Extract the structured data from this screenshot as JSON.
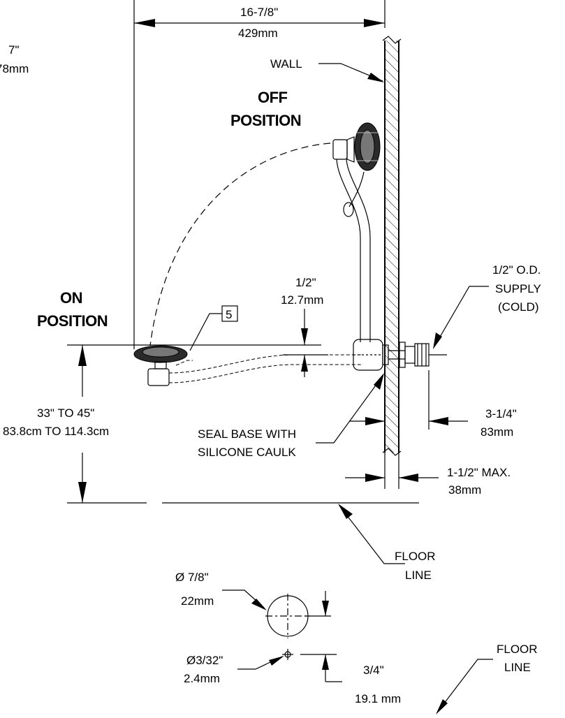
{
  "labels": {
    "top_dim_in": "16-7/8\"",
    "top_dim_mm": "429mm",
    "left_dim_in": "7\"",
    "left_dim_mm": "78mm",
    "wall": "WALL",
    "off_line1": "OFF",
    "off_line2": "POSITION",
    "on_line1": "ON",
    "on_line2": "POSITION",
    "callout_number": "5",
    "half_in": "1/2\"",
    "half_mm": "12.7mm",
    "supply_line1": "1/2\" O.D.",
    "supply_line2": "SUPPLY",
    "supply_line3": "(COLD)",
    "height_in": "33\" TO 45\"",
    "height_cm": "83.8cm TO 114.3cm",
    "seal_line1": "SEAL BASE WITH",
    "seal_line2": "SILICONE CAULK",
    "offset_in": "3-1/4\"",
    "offset_mm": "83mm",
    "max_in": "1-1/2\"  MAX.",
    "max_mm": "38mm",
    "floor1_line1": "FLOOR",
    "floor1_line2": "LINE",
    "hole_big_in": "Ø 7/8\"",
    "hole_big_mm": "22mm",
    "hole_small_in": "Ø3/32\"",
    "hole_small_mm": "2.4mm",
    "spacing_in": "3/4\"",
    "spacing_mm": "19.1 mm",
    "floor2_line1": "FLOOR",
    "floor2_line2": "LINE"
  }
}
